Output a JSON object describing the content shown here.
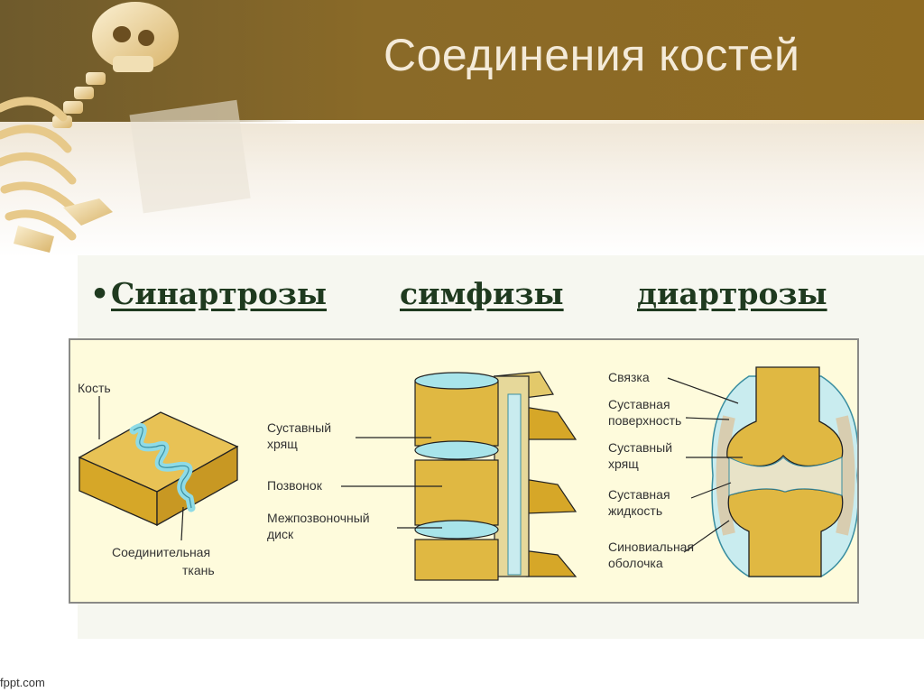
{
  "slide": {
    "title": "Соединения костей",
    "footer": "fppt.com"
  },
  "bullets": {
    "items": [
      "Синартрозы",
      "симфизы",
      "диартрозы"
    ]
  },
  "diagram": {
    "synarthrosis": {
      "label_bone": "Кость",
      "label_tissue_1": "Соединительная",
      "label_tissue_2": "ткань"
    },
    "symphysis": {
      "label_cartilage_1": "Суставный",
      "label_cartilage_2": "хрящ",
      "label_vertebra": "Позвонок",
      "label_disc_1": "Межпозвоночный",
      "label_disc_2": "диск"
    },
    "diarthrosis": {
      "label_ligament": "Связка",
      "label_surface_1": "Суставная",
      "label_surface_2": "поверхность",
      "label_cartilage_1": "Суставный",
      "label_cartilage_2": "хрящ",
      "label_fluid_1": "Суставная",
      "label_fluid_2": "жидкость",
      "label_synovial_1": "Синовиальная",
      "label_synovial_2": "оболочка"
    }
  }
}
